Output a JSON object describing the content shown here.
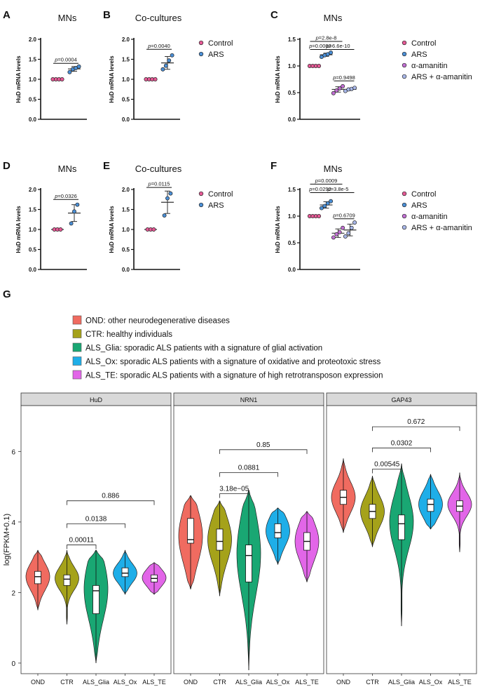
{
  "colors": {
    "control": "#e65a96",
    "ars": "#4b8fd6",
    "amanitin": "#c270d4",
    "ars_amanitin": "#a9b8ea",
    "OND": "#f06b60",
    "CTR": "#a5a21a",
    "ALS_Glia": "#19a773",
    "ALS_Ox": "#1eaee8",
    "ALS_TE": "#e266e8"
  },
  "chart_data": [
    {
      "type": "scatter",
      "letter": "A",
      "title": "MNs",
      "ylabel": "HuD mRNA levels",
      "ylim": [
        0,
        2
      ],
      "yticks": [
        "0.0",
        "0.5",
        "1.0",
        "1.5",
        "2.0"
      ],
      "groups": [
        {
          "name": "Control",
          "color_key": "control",
          "values": [
            1.0,
            1.0,
            1.0,
            1.0
          ],
          "mean": 1.0,
          "sd": 0.0
        },
        {
          "name": "ARS",
          "color_key": "ars",
          "values": [
            1.18,
            1.25,
            1.28,
            1.32
          ],
          "mean": 1.26,
          "sd": 0.06
        }
      ],
      "comparisons": [
        {
          "a": 0,
          "b": 1,
          "p_prefix": "p",
          "p_value": "=0.0004",
          "y": 1.4
        }
      ],
      "legend": []
    },
    {
      "type": "scatter",
      "letter": "B",
      "title": "Co-cultures",
      "ylabel": "HuD mRNA levels",
      "ylim": [
        0,
        2
      ],
      "yticks": [
        "0.0",
        "0.5",
        "1.0",
        "1.5",
        "2.0"
      ],
      "groups": [
        {
          "name": "Control",
          "color_key": "control",
          "values": [
            1.0,
            1.0,
            1.0,
            1.0
          ],
          "mean": 1.0,
          "sd": 0.0
        },
        {
          "name": "ARS",
          "color_key": "ars",
          "values": [
            1.25,
            1.34,
            1.47,
            1.6
          ],
          "mean": 1.41,
          "sd": 0.16
        }
      ],
      "comparisons": [
        {
          "a": 0,
          "b": 1,
          "p_prefix": "p",
          "p_value": "=0.0040",
          "y": 1.75
        }
      ],
      "legend": [
        "Control",
        "ARS"
      ]
    },
    {
      "type": "scatter",
      "letter": "C",
      "title": "MNs",
      "ylabel": "HuD mRNA levels",
      "ylim": [
        0,
        1.5
      ],
      "yticks": [
        "0.0",
        "0.5",
        "1.0",
        "1.5"
      ],
      "groups": [
        {
          "name": "Control",
          "color_key": "control",
          "values": [
            1.0,
            1.0,
            1.0,
            1.0
          ],
          "mean": 1.0,
          "sd": 0.0
        },
        {
          "name": "ARS",
          "color_key": "ars",
          "values": [
            1.17,
            1.2,
            1.22,
            1.25
          ],
          "mean": 1.21,
          "sd": 0.03
        },
        {
          "name": "α-amanitin",
          "color_key": "amanitin",
          "values": [
            0.49,
            0.54,
            0.58,
            0.62
          ],
          "mean": 0.56,
          "sd": 0.05
        },
        {
          "name": "ARS + α-amanitin",
          "color_key": "ars_amanitin",
          "values": [
            0.53,
            0.56,
            0.57,
            0.59
          ],
          "mean": 0.56,
          "sd": 0.02
        }
      ],
      "comparisons": [
        {
          "a": 0,
          "b": 2,
          "p_prefix": "p",
          "p_value": "=2.8e-8",
          "y": 1.46
        },
        {
          "a": 0,
          "b": 1,
          "p_prefix": "p",
          "p_value": "=0.0002",
          "y": 1.31
        },
        {
          "a": 1,
          "b": 3,
          "p_prefix": "p",
          "p_value": "=6.6e-10",
          "y": 1.31
        },
        {
          "a": 2,
          "b": 3,
          "p_prefix": "p",
          "p_value": "=0.9498",
          "y": 0.72
        }
      ],
      "legend": [
        "Control",
        "ARS",
        "α-amanitin",
        "ARS + α-amanitin"
      ]
    },
    {
      "type": "scatter",
      "letter": "D",
      "title": "MNs",
      "ylabel": "HuD mRNA levels",
      "ylim": [
        0,
        2
      ],
      "yticks": [
        "0.0",
        "0.5",
        "1.0",
        "1.5",
        "2.0"
      ],
      "groups": [
        {
          "name": "Control",
          "color_key": "control",
          "values": [
            1.0,
            1.0,
            1.0
          ],
          "mean": 1.0,
          "sd": 0.0
        },
        {
          "name": "ARS",
          "color_key": "ars",
          "values": [
            1.15,
            1.45,
            1.62
          ],
          "mean": 1.41,
          "sd": 0.21
        }
      ],
      "comparisons": [
        {
          "a": 0,
          "b": 1,
          "p_prefix": "p",
          "p_value": "=0.0326",
          "y": 1.75
        }
      ],
      "legend": []
    },
    {
      "type": "scatter",
      "letter": "E",
      "title": "Co-cultures",
      "ylabel": "HuD mRNA levels",
      "ylim": [
        0,
        2
      ],
      "yticks": [
        "0.0",
        "0.5",
        "1.0",
        "1.5",
        "2.0"
      ],
      "groups": [
        {
          "name": "Control",
          "color_key": "control",
          "values": [
            1.0,
            1.0,
            1.0
          ],
          "mean": 1.0,
          "sd": 0.0
        },
        {
          "name": "ARS",
          "color_key": "ars",
          "values": [
            1.35,
            1.78,
            1.9
          ],
          "mean": 1.68,
          "sd": 0.28
        }
      ],
      "comparisons": [
        {
          "a": 0,
          "b": 1,
          "p_prefix": "p",
          "p_value": "=0.0115",
          "y": 2.05
        }
      ],
      "legend": [
        "Control",
        "ARS"
      ]
    },
    {
      "type": "scatter",
      "letter": "F",
      "title": "MNs",
      "ylabel": "HuD mRNA levels",
      "ylim": [
        0,
        1.5
      ],
      "yticks": [
        "0.0",
        "0.5",
        "1.0",
        "1.5"
      ],
      "groups": [
        {
          "name": "Control",
          "color_key": "control",
          "values": [
            1.0,
            1.0,
            1.0,
            1.0
          ],
          "mean": 1.0,
          "sd": 0.0
        },
        {
          "name": "ARS",
          "color_key": "ars",
          "values": [
            1.15,
            1.19,
            1.24,
            1.28
          ],
          "mean": 1.21,
          "sd": 0.06
        },
        {
          "name": "α-amanitin",
          "color_key": "amanitin",
          "values": [
            0.6,
            0.66,
            0.7,
            0.78
          ],
          "mean": 0.68,
          "sd": 0.08
        },
        {
          "name": "ARS + α-amanitin",
          "color_key": "ars_amanitin",
          "values": [
            0.62,
            0.68,
            0.78,
            0.88
          ],
          "mean": 0.74,
          "sd": 0.11
        }
      ],
      "comparisons": [
        {
          "a": 0,
          "b": 2,
          "p_prefix": "p",
          "p_value": "=0.0009",
          "y": 1.6
        },
        {
          "a": 0,
          "b": 1,
          "p_prefix": "p",
          "p_value": "=0.0292",
          "y": 1.44
        },
        {
          "a": 1,
          "b": 3,
          "p_prefix": "p",
          "p_value": "=3.8e-5",
          "y": 1.44
        },
        {
          "a": 2,
          "b": 3,
          "p_prefix": "p",
          "p_value": "=0.6709",
          "y": 0.95
        }
      ],
      "legend": [
        "Control",
        "ARS",
        "α-amanitin",
        "ARS + α-amanitin"
      ]
    },
    {
      "type": "violin",
      "letter": "G",
      "ylabel": "log(FPKM+0.1)",
      "ylim": [
        -0.3,
        7.3
      ],
      "yticks": [
        "0",
        "2",
        "4",
        "6"
      ],
      "categories": [
        "OND",
        "CTR",
        "ALS_Glia",
        "ALS_Ox",
        "ALS_TE"
      ],
      "legend": [
        {
          "key": "OND",
          "label": "OND: other neurodegenerative diseases"
        },
        {
          "key": "CTR",
          "label": "CTR: healthy individuals"
        },
        {
          "key": "ALS_Glia",
          "label": "ALS_Glia: sporadic ALS patients with a signature of glial activation"
        },
        {
          "key": "ALS_Ox",
          "label": "ALS_Ox: sporadic ALS patients with a signature of oxidative and proteotoxic stress"
        },
        {
          "key": "ALS_TE",
          "label": "ALS_TE: sporadic ALS patients with a signature of high retrotransposon expression"
        }
      ],
      "panels": [
        {
          "name": "HuD",
          "violins": [
            {
              "min": 1.5,
              "q1": 2.25,
              "median": 2.45,
              "q3": 2.6,
              "max": 3.2,
              "peak": 2.45
            },
            {
              "min": 1.1,
              "q1": 2.2,
              "median": 2.38,
              "q3": 2.5,
              "max": 3.2,
              "peak": 2.4
            },
            {
              "min": 0.0,
              "q1": 1.4,
              "median": 2.05,
              "q3": 2.2,
              "max": 3.2,
              "peak": 2.1
            },
            {
              "min": 1.95,
              "q1": 2.45,
              "median": 2.55,
              "q3": 2.7,
              "max": 3.2,
              "peak": 2.55
            },
            {
              "min": 1.95,
              "q1": 2.3,
              "median": 2.4,
              "q3": 2.5,
              "max": 2.85,
              "peak": 2.42
            }
          ],
          "comparisons": [
            {
              "a": 1,
              "b": 2,
              "label": "0.00011",
              "y": 3.35
            },
            {
              "a": 1,
              "b": 3,
              "label": "0.0138",
              "y": 3.95
            },
            {
              "a": 1,
              "b": 4,
              "label": "0.886",
              "y": 4.6
            }
          ]
        },
        {
          "name": "NRN1",
          "violins": [
            {
              "min": 2.1,
              "q1": 3.4,
              "median": 3.5,
              "q3": 4.1,
              "max": 4.75,
              "peak": 3.6
            },
            {
              "min": 1.9,
              "q1": 3.2,
              "median": 3.45,
              "q3": 3.8,
              "max": 4.6,
              "peak": 3.5
            },
            {
              "min": -0.2,
              "q1": 2.3,
              "median": 3.05,
              "q3": 3.35,
              "max": 4.9,
              "peak": 3.1
            },
            {
              "min": 2.8,
              "q1": 3.55,
              "median": 3.7,
              "q3": 3.95,
              "max": 4.4,
              "peak": 3.75
            },
            {
              "min": 2.3,
              "q1": 3.2,
              "median": 3.45,
              "q3": 3.7,
              "max": 4.3,
              "peak": 3.45
            }
          ],
          "comparisons": [
            {
              "a": 1,
              "b": 2,
              "label": "3.18e−05",
              "y": 4.8
            },
            {
              "a": 1,
              "b": 3,
              "label": "0.0881",
              "y": 5.4
            },
            {
              "a": 1,
              "b": 4,
              "label": "0.85",
              "y": 6.05
            }
          ]
        },
        {
          "name": "GAP43",
          "violins": [
            {
              "min": 3.7,
              "q1": 4.5,
              "median": 4.7,
              "q3": 4.9,
              "max": 5.8,
              "peak": 4.7
            },
            {
              "min": 3.3,
              "q1": 4.1,
              "median": 4.3,
              "q3": 4.5,
              "max": 5.3,
              "peak": 4.3
            },
            {
              "min": 1.05,
              "q1": 3.5,
              "median": 3.95,
              "q3": 4.2,
              "max": 5.65,
              "peak": 4.0
            },
            {
              "min": 3.8,
              "q1": 4.3,
              "median": 4.5,
              "q3": 4.65,
              "max": 5.35,
              "peak": 4.5
            },
            {
              "min": 3.15,
              "q1": 4.3,
              "median": 4.45,
              "q3": 4.6,
              "max": 5.4,
              "peak": 4.5
            }
          ],
          "comparisons": [
            {
              "a": 1,
              "b": 2,
              "label": "0.00545",
              "y": 5.5
            },
            {
              "a": 1,
              "b": 3,
              "label": "0.0302",
              "y": 6.1
            },
            {
              "a": 1,
              "b": 4,
              "label": "0.672",
              "y": 6.7
            }
          ]
        }
      ]
    }
  ]
}
